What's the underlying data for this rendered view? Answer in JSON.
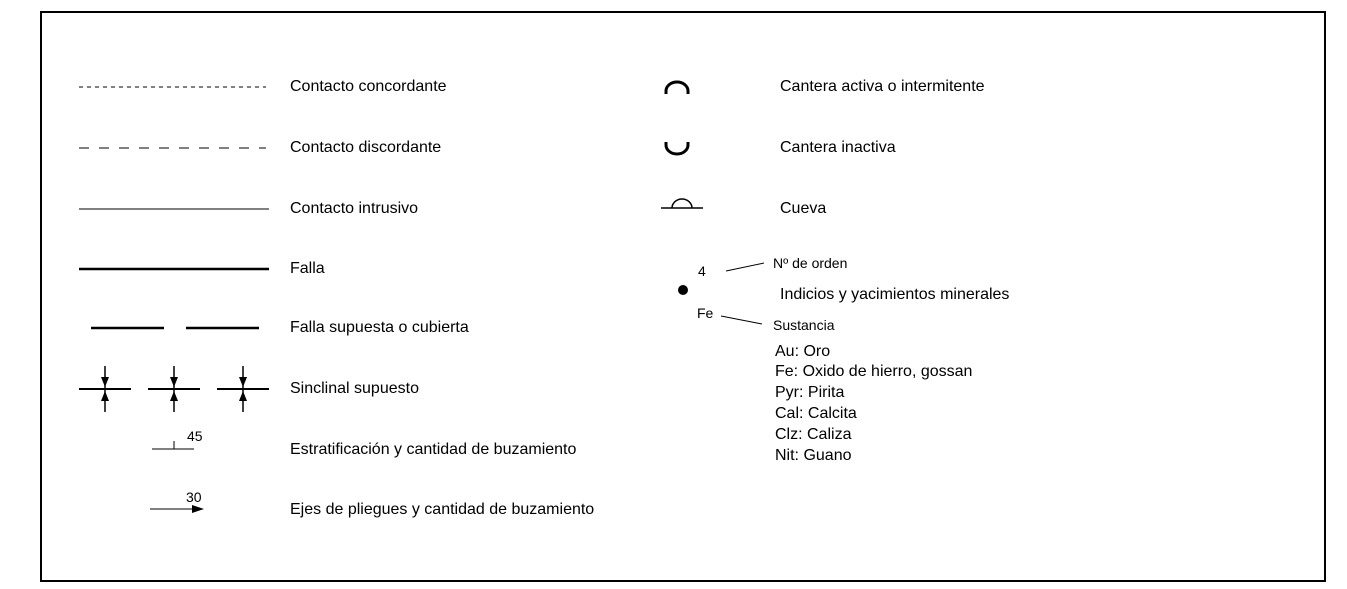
{
  "legend": {
    "left_column": [
      {
        "label": "Contacto concordante",
        "symbol": "dotted-line"
      },
      {
        "label": "Contacto discordante",
        "symbol": "dashed-line"
      },
      {
        "label": "Contacto intrusivo",
        "symbol": "thin-solid-line"
      },
      {
        "label": "Falla",
        "symbol": "thick-solid-line"
      },
      {
        "label": "Falla supuesta o cubierta",
        "symbol": "thick-broken-line"
      },
      {
        "label": "Sinclinal supuesto",
        "symbol": "syncline-arrows"
      },
      {
        "label": "Estratificación y cantidad de buzamiento",
        "symbol": "strike-dip",
        "value": "45"
      },
      {
        "label": "Ejes de pliegues y cantidad de buzamiento",
        "symbol": "fold-axis-arrow",
        "value": "30"
      }
    ],
    "right_column": [
      {
        "label": "Cantera activa o intermitente",
        "symbol": "arc-up"
      },
      {
        "label": "Cantera inactiva",
        "symbol": "arc-down"
      },
      {
        "label": "Cueva",
        "symbol": "cave"
      }
    ],
    "mineral": {
      "order_number": "4",
      "order_label": "Nº de orden",
      "label": "Indicios y yacimientos minerales",
      "substance_code": "Fe",
      "substance_label": "Sustancia",
      "substances": [
        "Au: Oro",
        "Fe: Oxido de hierro, gossan",
        "Pyr: Pirita",
        "Cal: Calcita",
        "Clz: Caliza",
        "Nit: Guano"
      ]
    }
  }
}
